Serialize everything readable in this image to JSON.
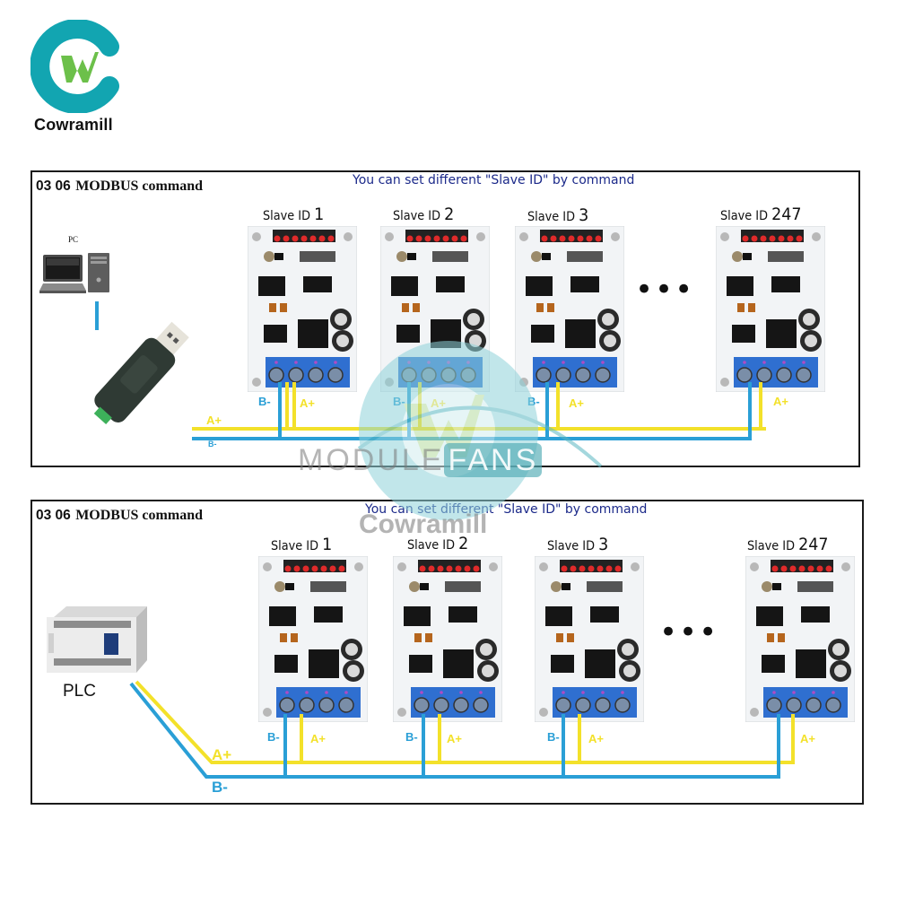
{
  "brand": {
    "name": "Cowramill",
    "logo_letter": "W",
    "colors": {
      "ring": "#12a5b1",
      "letter": "#6cc04a"
    }
  },
  "watermark": {
    "text_left": "MODULE",
    "text_right": "FANS",
    "secondary": "Cowramill"
  },
  "colors": {
    "wire_a": "#f3e12a",
    "wire_b": "#2a9fd6",
    "subtitle": "#1c2a8a",
    "terminal_block": "#2f6fd0"
  },
  "panels": [
    {
      "title_number": "03 06",
      "title_text": "MODBUS command",
      "subtitle": "You can set different \"Slave ID\" by command",
      "master_device": {
        "label": "PC",
        "icon": "pc-icon",
        "adapter_icon": "usb-rs485-adapter-icon"
      },
      "slaves": [
        {
          "prefix": "Slave ID",
          "id": "1"
        },
        {
          "prefix": "Slave ID",
          "id": "2"
        },
        {
          "prefix": "Slave ID",
          "id": "3"
        },
        {
          "prefix": "Slave ID",
          "id": "247"
        }
      ],
      "ellipsis": "•••",
      "wire_labels": {
        "a": "A+",
        "b": "B-"
      }
    },
    {
      "title_number": "03 06",
      "title_text": "MODBUS command",
      "subtitle": "You can set different \"Slave ID\" by command",
      "master_device": {
        "label": "PLC",
        "icon": "plc-icon"
      },
      "slaves": [
        {
          "prefix": "Slave ID",
          "id": "1"
        },
        {
          "prefix": "Slave ID",
          "id": "2"
        },
        {
          "prefix": "Slave ID",
          "id": "3"
        },
        {
          "prefix": "Slave ID",
          "id": "247"
        }
      ],
      "ellipsis": "•••",
      "wire_labels": {
        "a": "A+",
        "b": "B-"
      }
    }
  ]
}
